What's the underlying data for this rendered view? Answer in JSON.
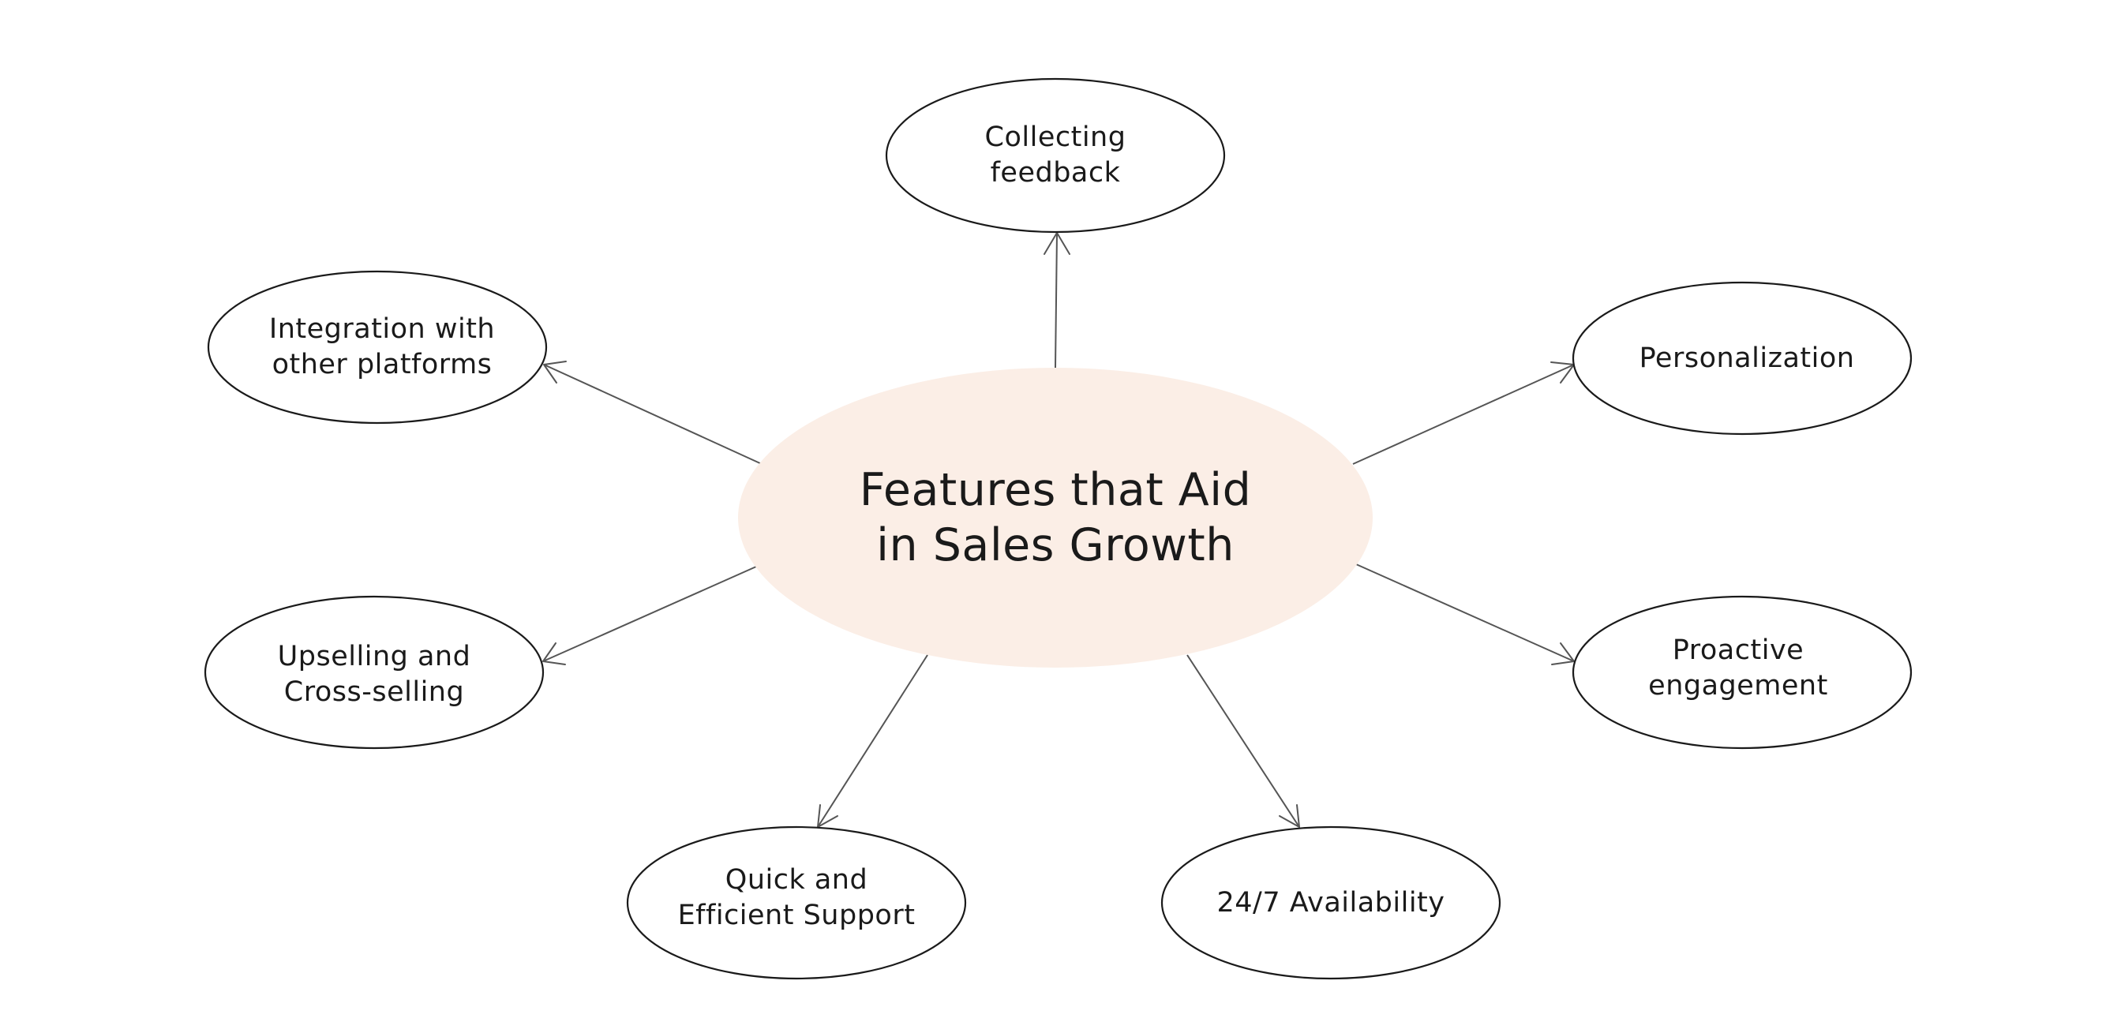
{
  "diagram": {
    "center": {
      "label": "Features that Aid\nin Sales Growth",
      "fill_color": "#fbeee6"
    },
    "nodes": [
      {
        "id": "collecting-feedback",
        "label": "Collecting\nfeedback"
      },
      {
        "id": "integration",
        "label": "Integration with\nother platforms"
      },
      {
        "id": "personalization",
        "label": "Personalization"
      },
      {
        "id": "upselling",
        "label": "Upselling and\nCross-selling"
      },
      {
        "id": "proactive",
        "label": "Proactive\nengagement"
      },
      {
        "id": "quick-support",
        "label": "Quick and\nEfficient Support"
      },
      {
        "id": "availability",
        "label": "24/7 Availability"
      }
    ],
    "edge_color": "#555555",
    "node_border_color": "#1a1a1a"
  }
}
